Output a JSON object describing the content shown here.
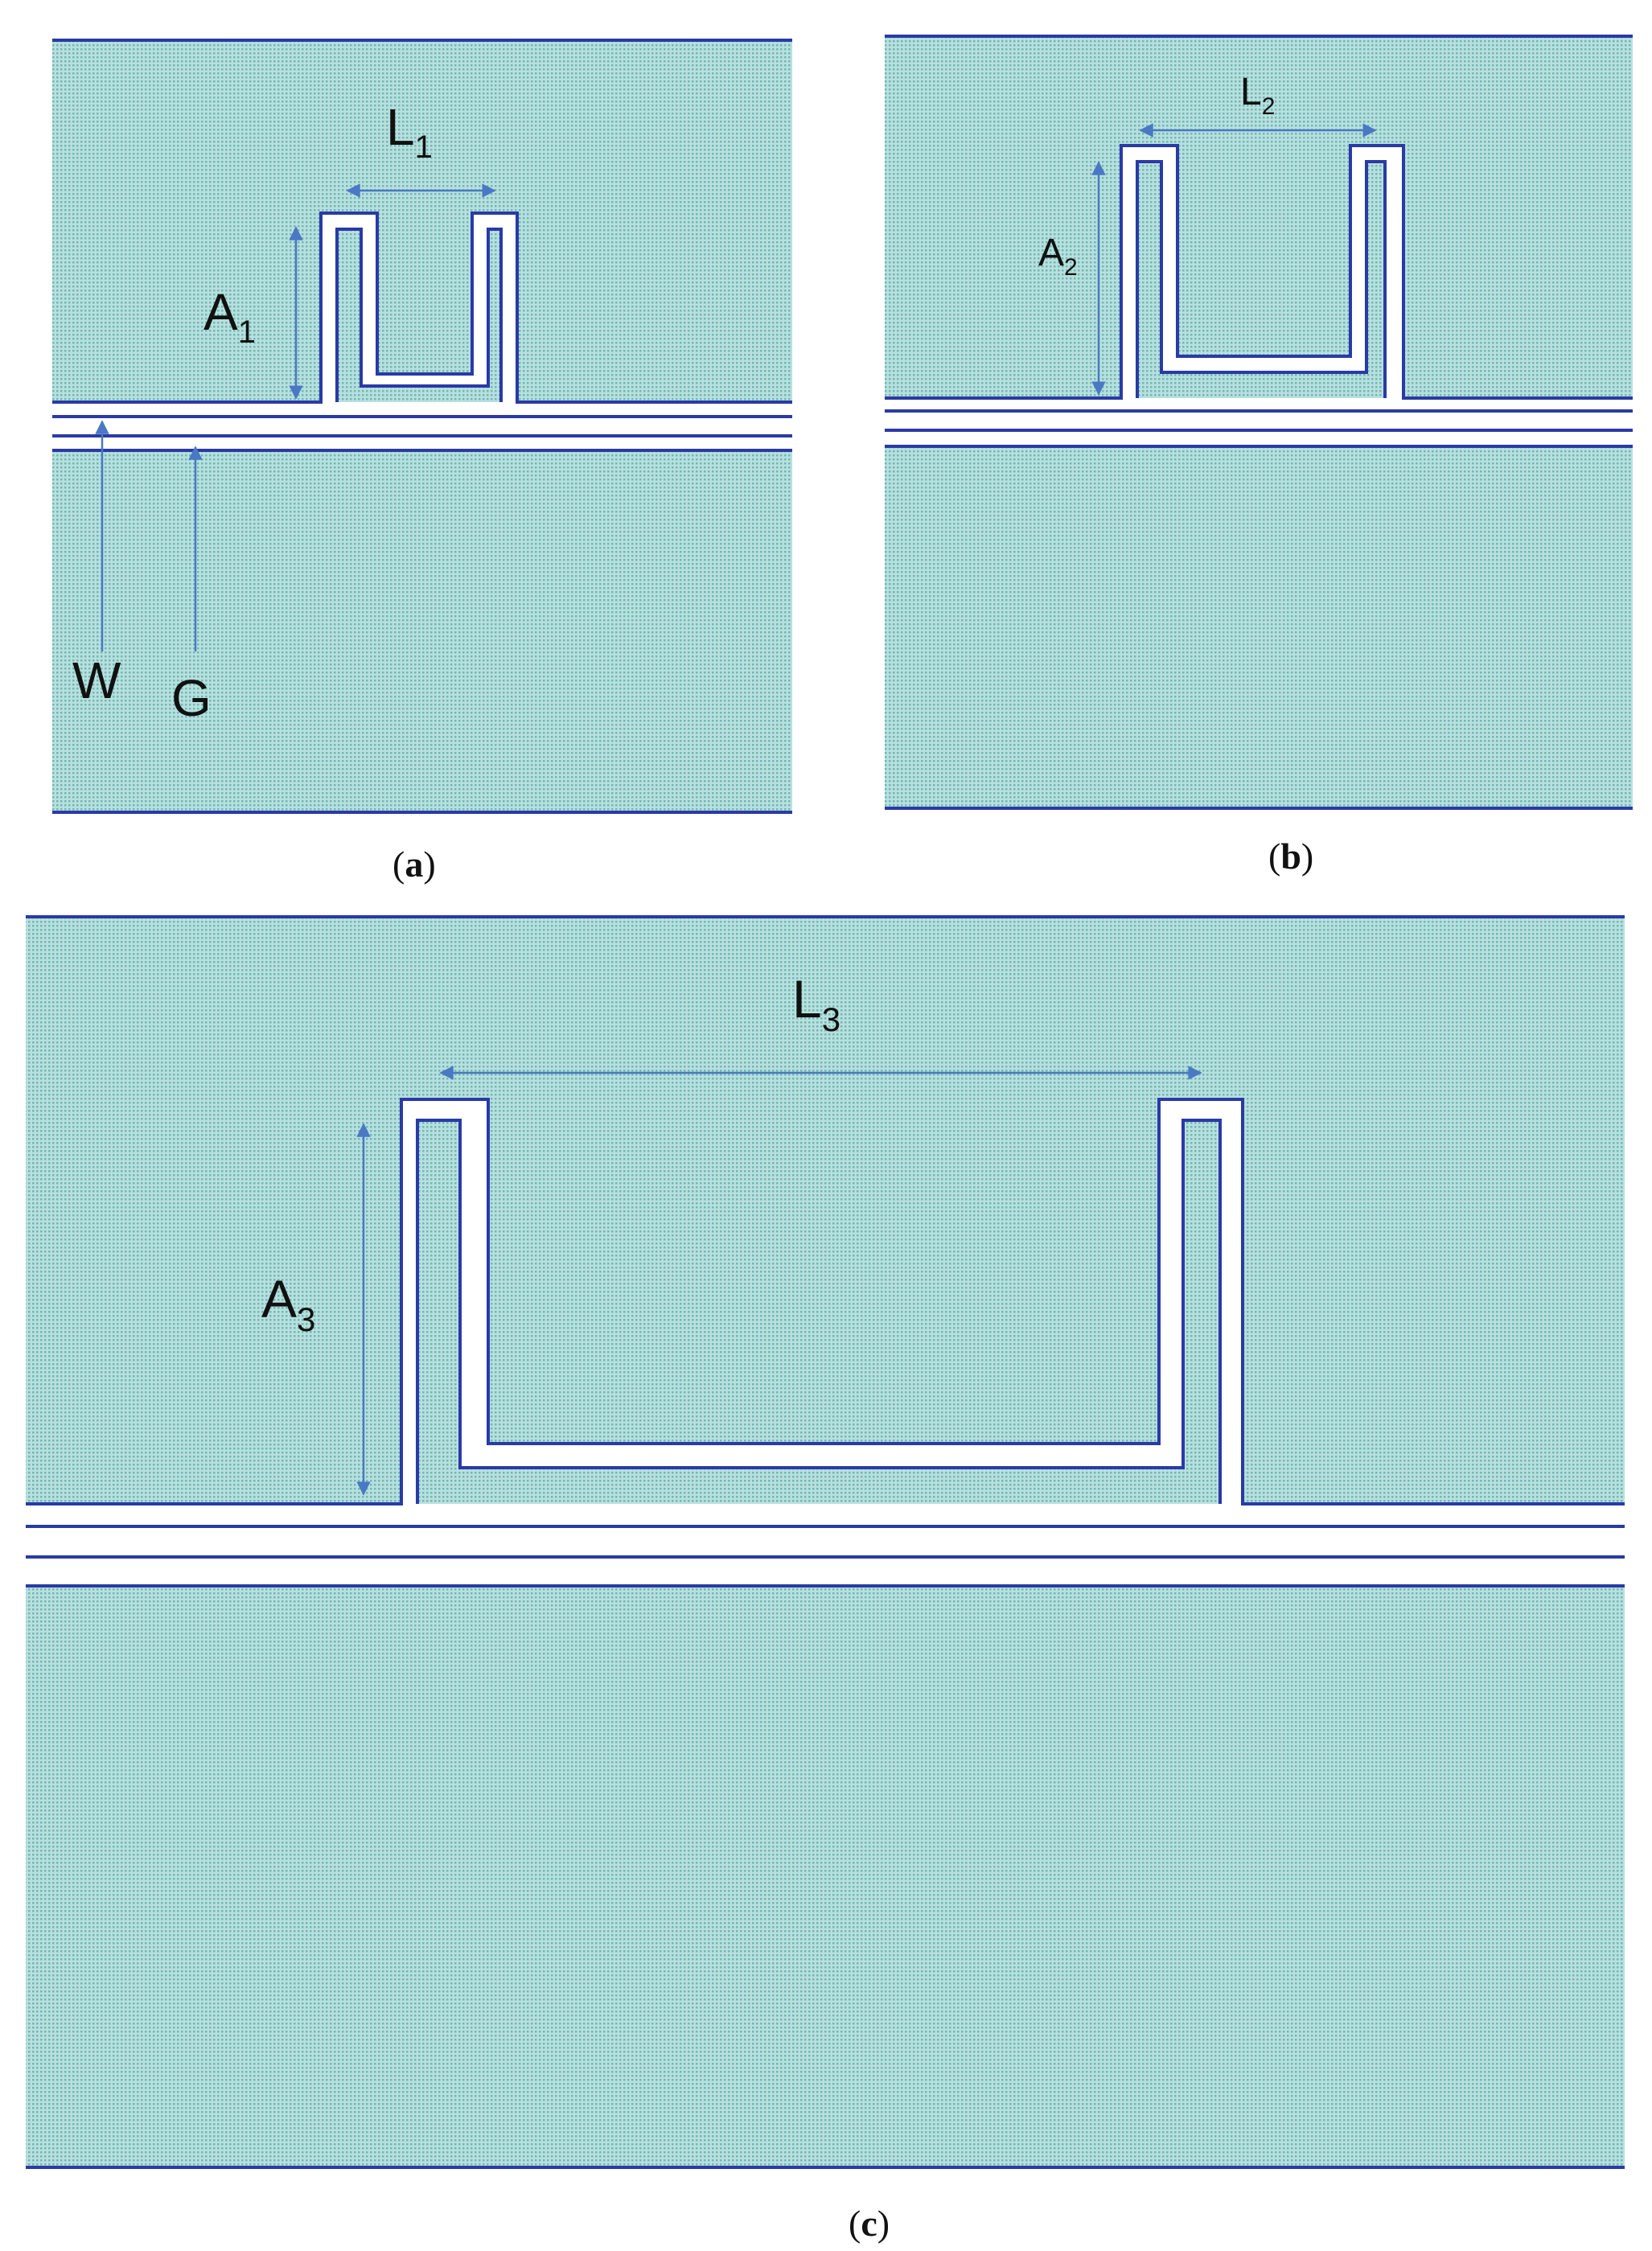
{
  "colors": {
    "conductor_fill": "#a9d8d6",
    "edge": "#2a3aa6",
    "dimension": "#4a78c4",
    "background": "#ffffff"
  },
  "panels": [
    {
      "id": "a",
      "caption_letter": "a",
      "length_label": {
        "main": "L",
        "sub": "1"
      },
      "height_label": {
        "main": "A",
        "sub": "1"
      },
      "extra_labels": {
        "w": "W",
        "g": "G"
      }
    },
    {
      "id": "b",
      "caption_letter": "b",
      "length_label": {
        "main": "L",
        "sub": "2"
      },
      "height_label": {
        "main": "A",
        "sub": "2"
      }
    },
    {
      "id": "c",
      "caption_letter": "c",
      "length_label": {
        "main": "L",
        "sub": "3"
      },
      "height_label": {
        "main": "A",
        "sub": "3"
      }
    }
  ],
  "caption": {
    "open": "(",
    "close": ")"
  }
}
